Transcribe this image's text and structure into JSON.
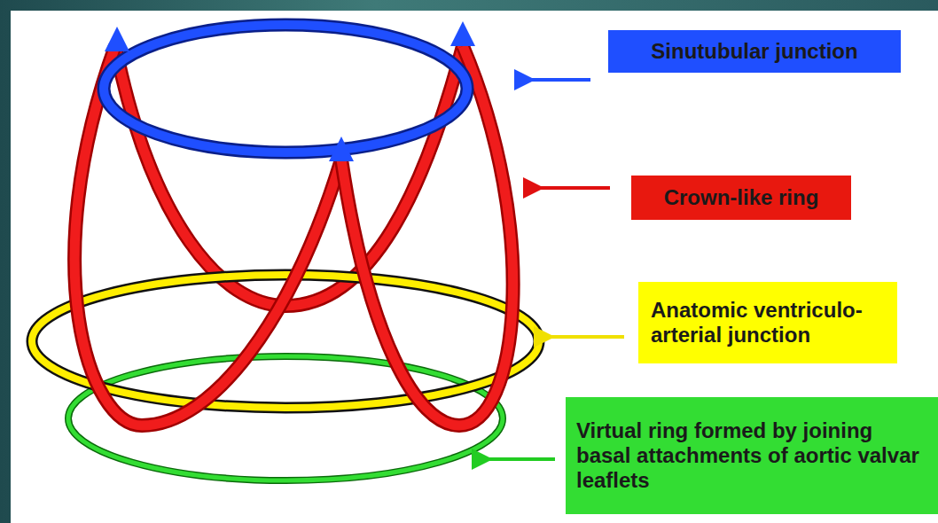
{
  "diagram": {
    "nodes": [
      {
        "text": [
          "Sinutubular junction"
        ]
      },
      {
        "text": [
          "Crown-like ring"
        ]
      },
      {
        "text": [
          "Anatomic ventriculo-arterial junction"
        ]
      },
      {
        "text": [
          "Virtual ring formed by joining basal attachments of aortic valvar leaflets"
        ]
      }
    ]
  }
}
